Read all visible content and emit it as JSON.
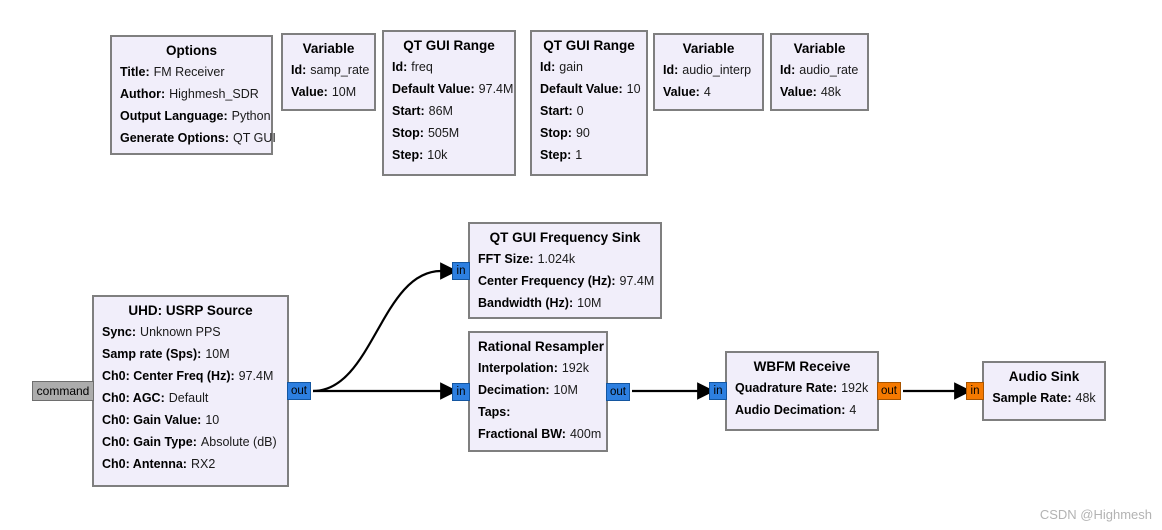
{
  "app": {
    "name": "GNU Radio Companion flowgraph",
    "watermark": "CSDN @Highmesh"
  },
  "colors": {
    "block_bg": "#f1eefa",
    "block_border": "#7f7f7f",
    "port_complex": "#2d7fe0",
    "port_float": "#f57900",
    "port_message": "#acacac",
    "wire": "#000000",
    "watermark": "#b3b3b3"
  },
  "port_labels": {
    "in": "in",
    "out": "out",
    "command": "command"
  },
  "blocks": {
    "options": {
      "title": "Options",
      "params": [
        {
          "label": "Title:",
          "value": "FM Receiver"
        },
        {
          "label": "Author:",
          "value": "Highmesh_SDR"
        },
        {
          "label": "Output Language:",
          "value": "Python"
        },
        {
          "label": "Generate Options:",
          "value": "QT GUI"
        }
      ]
    },
    "var_samp_rate": {
      "title": "Variable",
      "params": [
        {
          "label": "Id:",
          "value": "samp_rate"
        },
        {
          "label": "Value:",
          "value": "10M"
        }
      ]
    },
    "range_freq": {
      "title": "QT GUI Range",
      "params": [
        {
          "label": "Id:",
          "value": "freq"
        },
        {
          "label": "Default Value:",
          "value": "97.4M"
        },
        {
          "label": "Start:",
          "value": "86M"
        },
        {
          "label": "Stop:",
          "value": "505M"
        },
        {
          "label": "Step:",
          "value": "10k"
        }
      ]
    },
    "range_gain": {
      "title": "QT GUI Range",
      "params": [
        {
          "label": "Id:",
          "value": "gain"
        },
        {
          "label": "Default Value:",
          "value": "10"
        },
        {
          "label": "Start:",
          "value": "0"
        },
        {
          "label": "Stop:",
          "value": "90"
        },
        {
          "label": "Step:",
          "value": "1"
        }
      ]
    },
    "var_audio_interp": {
      "title": "Variable",
      "params": [
        {
          "label": "Id:",
          "value": "audio_interp"
        },
        {
          "label": "Value:",
          "value": "4"
        }
      ]
    },
    "var_audio_rate": {
      "title": "Variable",
      "params": [
        {
          "label": "Id:",
          "value": "audio_rate"
        },
        {
          "label": "Value:",
          "value": "48k"
        }
      ]
    },
    "usrp_source": {
      "title": "UHD: USRP Source",
      "params": [
        {
          "label": "Sync:",
          "value": "Unknown PPS"
        },
        {
          "label": "Samp rate (Sps):",
          "value": "10M"
        },
        {
          "label": "Ch0: Center Freq (Hz):",
          "value": "97.4M"
        },
        {
          "label": "Ch0: AGC:",
          "value": "Default"
        },
        {
          "label": "Ch0: Gain Value:",
          "value": "10"
        },
        {
          "label": "Ch0: Gain Type:",
          "value": "Absolute (dB)"
        },
        {
          "label": "Ch0: Antenna:",
          "value": "RX2"
        }
      ]
    },
    "freq_sink": {
      "title": "QT GUI Frequency Sink",
      "params": [
        {
          "label": "FFT Size:",
          "value": "1.024k"
        },
        {
          "label": "Center Frequency (Hz):",
          "value": "97.4M"
        },
        {
          "label": "Bandwidth (Hz):",
          "value": "10M"
        }
      ]
    },
    "rational_resampler": {
      "title": "Rational Resampler",
      "params": [
        {
          "label": "Interpolation:",
          "value": "192k"
        },
        {
          "label": "Decimation:",
          "value": "10M"
        },
        {
          "label": "Taps:",
          "value": ""
        },
        {
          "label": "Fractional BW:",
          "value": "400m"
        }
      ]
    },
    "wbfm_receive": {
      "title": "WBFM Receive",
      "params": [
        {
          "label": "Quadrature Rate:",
          "value": "192k"
        },
        {
          "label": "Audio Decimation:",
          "value": "4"
        }
      ]
    },
    "audio_sink": {
      "title": "Audio Sink",
      "params": [
        {
          "label": "Sample Rate:",
          "value": "48k"
        }
      ]
    }
  }
}
